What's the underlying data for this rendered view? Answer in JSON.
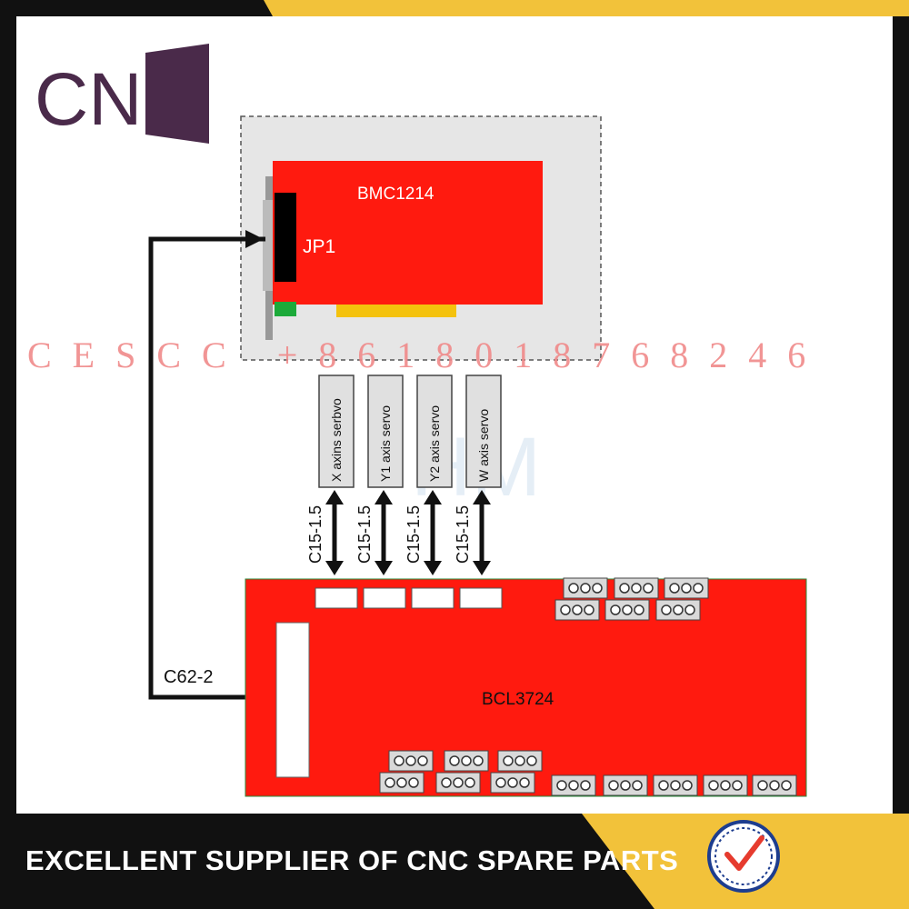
{
  "logo": {
    "text": "CNC"
  },
  "cards": {
    "pci_card": {
      "name": "BMC1214",
      "connector": "JP1"
    },
    "terminal_board": {
      "name": "BCL3724"
    }
  },
  "servos": [
    {
      "label": "X axins serbvo",
      "cable": "C15-1.5"
    },
    {
      "label": "Y1 axis servo",
      "cable": "C15-1.5"
    },
    {
      "label": "Y2 axis servo",
      "cable": "C15-1.5"
    },
    {
      "label": "W axis servo",
      "cable": "C15-1.5"
    }
  ],
  "main_cable": {
    "label": "C62-2"
  },
  "watermark": {
    "text": "CESCC +8618018768246"
  },
  "footer": {
    "tagline": "EXCELLENT SUPPLIER OF CNC SPARE PARTS"
  },
  "colors": {
    "board_red": "#ff1a0f",
    "accent_gold": "#f2c23a",
    "frame_dark": "#111111",
    "logo_purple": "#4a2a4a",
    "badge_blue": "#1d3d8f"
  },
  "icons": {
    "badge": "checkmark-seal-icon"
  }
}
